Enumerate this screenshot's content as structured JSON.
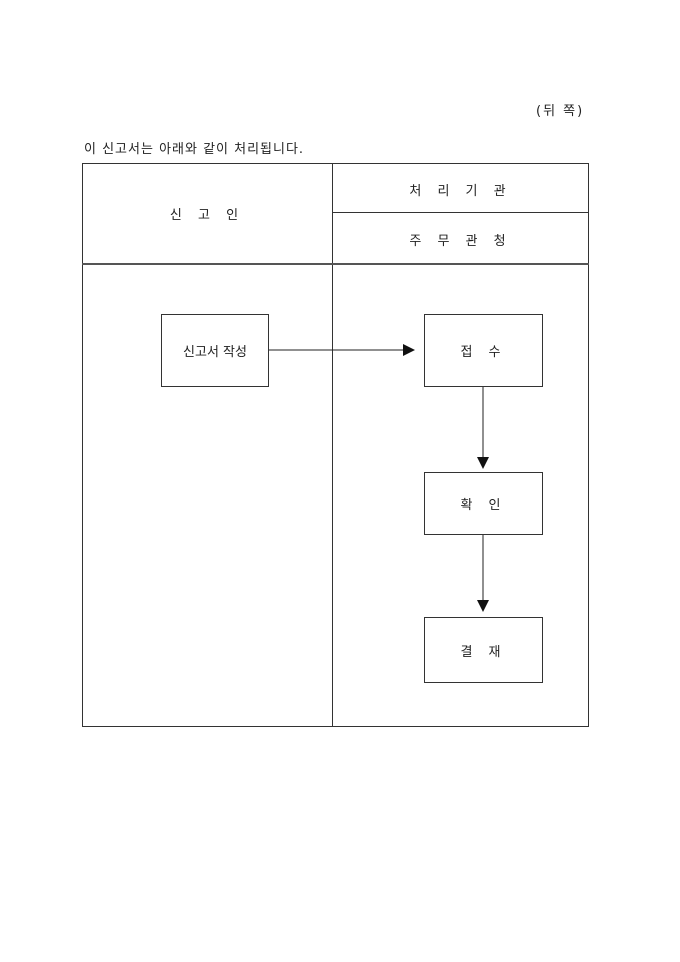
{
  "page_label": "(뒤 쪽)",
  "intro": "이 신고서는 아래와 같이 처리됩니다.",
  "table": {
    "applicant_header": "신 고 인",
    "agency_header": "처 리 기 관",
    "authority_header": "주 무 관 청"
  },
  "flow": {
    "steps": {
      "write": "신고서 작성",
      "receive": "접 수",
      "confirm": "확 인",
      "approve": "결 재"
    }
  }
}
